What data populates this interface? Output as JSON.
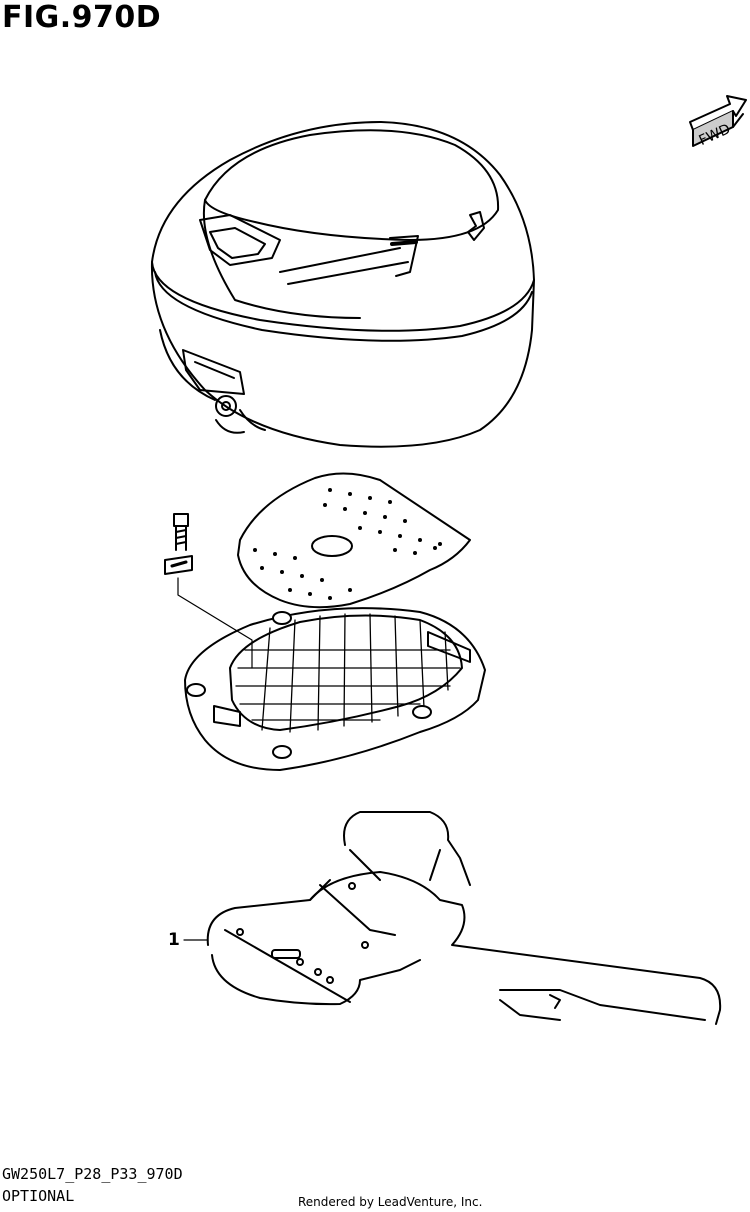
{
  "figure": {
    "title": "FIG.970D",
    "fwd_label": "FWD"
  },
  "callouts": [
    {
      "number": "1"
    }
  ],
  "footer": {
    "model_code": "GW250L7_P28_P33_970D",
    "category": "OPTIONAL",
    "rendered_by": "Rendered by LeadVenture, Inc."
  }
}
